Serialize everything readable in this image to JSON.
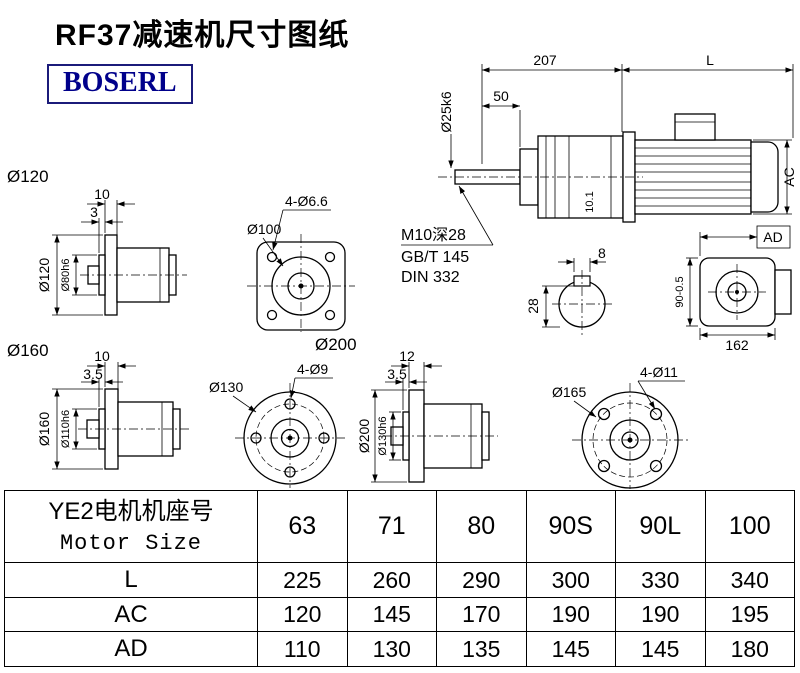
{
  "header": {
    "title": "RF37减速机尺寸图纸",
    "brand": "BOSERL"
  },
  "main_view": {
    "dim_207": "207",
    "dim_L": "L",
    "dim_50": "50",
    "dim_shaft": "Ø25k6",
    "dim_101": "10.1",
    "dim_AC": "AC",
    "notes": {
      "line1": "M10深28",
      "line2": "GB/T 145",
      "line3": "DIN 332"
    }
  },
  "shaft_section": {
    "dim_width": "8",
    "dim_height": "28"
  },
  "side_view": {
    "dim_AD": "AD",
    "dim_height": "90-0.5",
    "dim_width": "162"
  },
  "flange_120": {
    "section_label": "Ø120",
    "dim_10": "10",
    "dim_3": "3",
    "dim_d1": "Ø120",
    "dim_d2": "Ø80h6"
  },
  "flange_100": {
    "dim_holes": "4-Ø6.6",
    "dim_d": "Ø100"
  },
  "flange_160": {
    "section_label": "Ø160",
    "dim_10": "10",
    "dim_35": "3.5",
    "dim_d1": "Ø160",
    "dim_d2": "Ø110h6"
  },
  "flange_130": {
    "section_label": "Ø200",
    "dim_holes": "4-Ø9",
    "dim_d": "Ø130"
  },
  "flange_200": {
    "dim_12": "12",
    "dim_35": "3.5",
    "dim_d1": "Ø200",
    "dim_d2": "Ø130h6"
  },
  "flange_165": {
    "dim_holes": "4-Ø11",
    "dim_d": "Ø165"
  },
  "table": {
    "header_zh": "YE2电机机座号",
    "header_en": "Motor Size",
    "sizes": [
      "63",
      "71",
      "80",
      "90S",
      "90L",
      "100"
    ],
    "rows": [
      {
        "label": "L",
        "values": [
          "225",
          "260",
          "290",
          "300",
          "330",
          "340"
        ]
      },
      {
        "label": "AC",
        "values": [
          "120",
          "145",
          "170",
          "190",
          "190",
          "195"
        ]
      },
      {
        "label": "AD",
        "values": [
          "110",
          "130",
          "135",
          "145",
          "145",
          "180"
        ]
      }
    ]
  }
}
